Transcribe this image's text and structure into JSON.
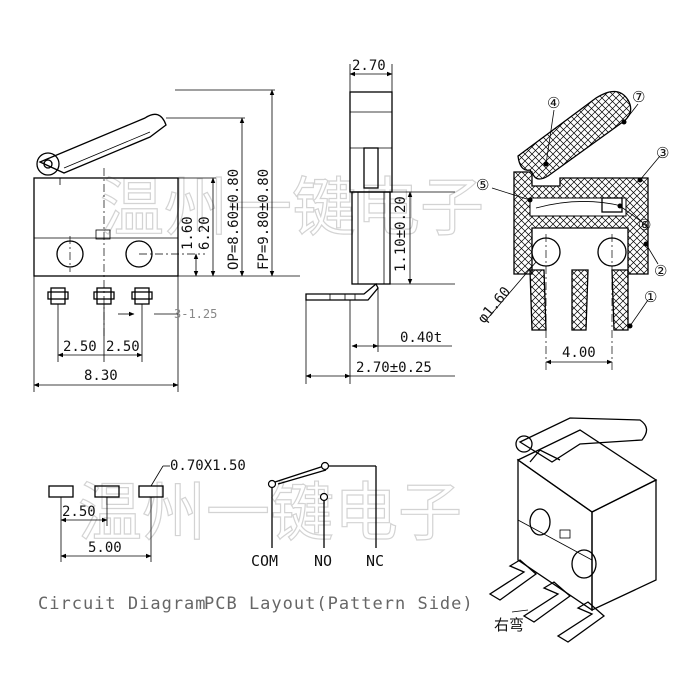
{
  "front_view": {
    "dim_width": "8.30",
    "dim_pitch_1": "2.50",
    "dim_pitch_2": "2.50",
    "dim_hole_height": "1.60",
    "dim_body_height": "6.20",
    "dim_op": "OP=8.60±0.80",
    "dim_fp": "FP=9.80±0.80",
    "dim_pin_offset": "3-1.25"
  },
  "side_view": {
    "dim_top_width": "2.70",
    "dim_terminal_height": "1.10±0.20",
    "dim_thickness": "0.40t",
    "dim_bottom_width": "2.70±0.25"
  },
  "section_view": {
    "callouts": [
      "①",
      "②",
      "③",
      "④",
      "⑤",
      "⑥",
      "⑦"
    ],
    "dim_hole_dia": "φ1.60",
    "dim_pin_span": "4.00"
  },
  "pcb_layout": {
    "pad_size": "0.70X1.50",
    "dim_pitch": "2.50",
    "dim_span": "5.00"
  },
  "circuit_diagram": {
    "terminals": [
      "COM",
      "NO",
      "NC"
    ]
  },
  "captions": {
    "left": "Circuit Diagram",
    "right": "PCB Layout(Pattern Side)"
  },
  "iso_view": {
    "label": "右弯"
  },
  "watermark": {
    "text": "温州一键电子"
  }
}
